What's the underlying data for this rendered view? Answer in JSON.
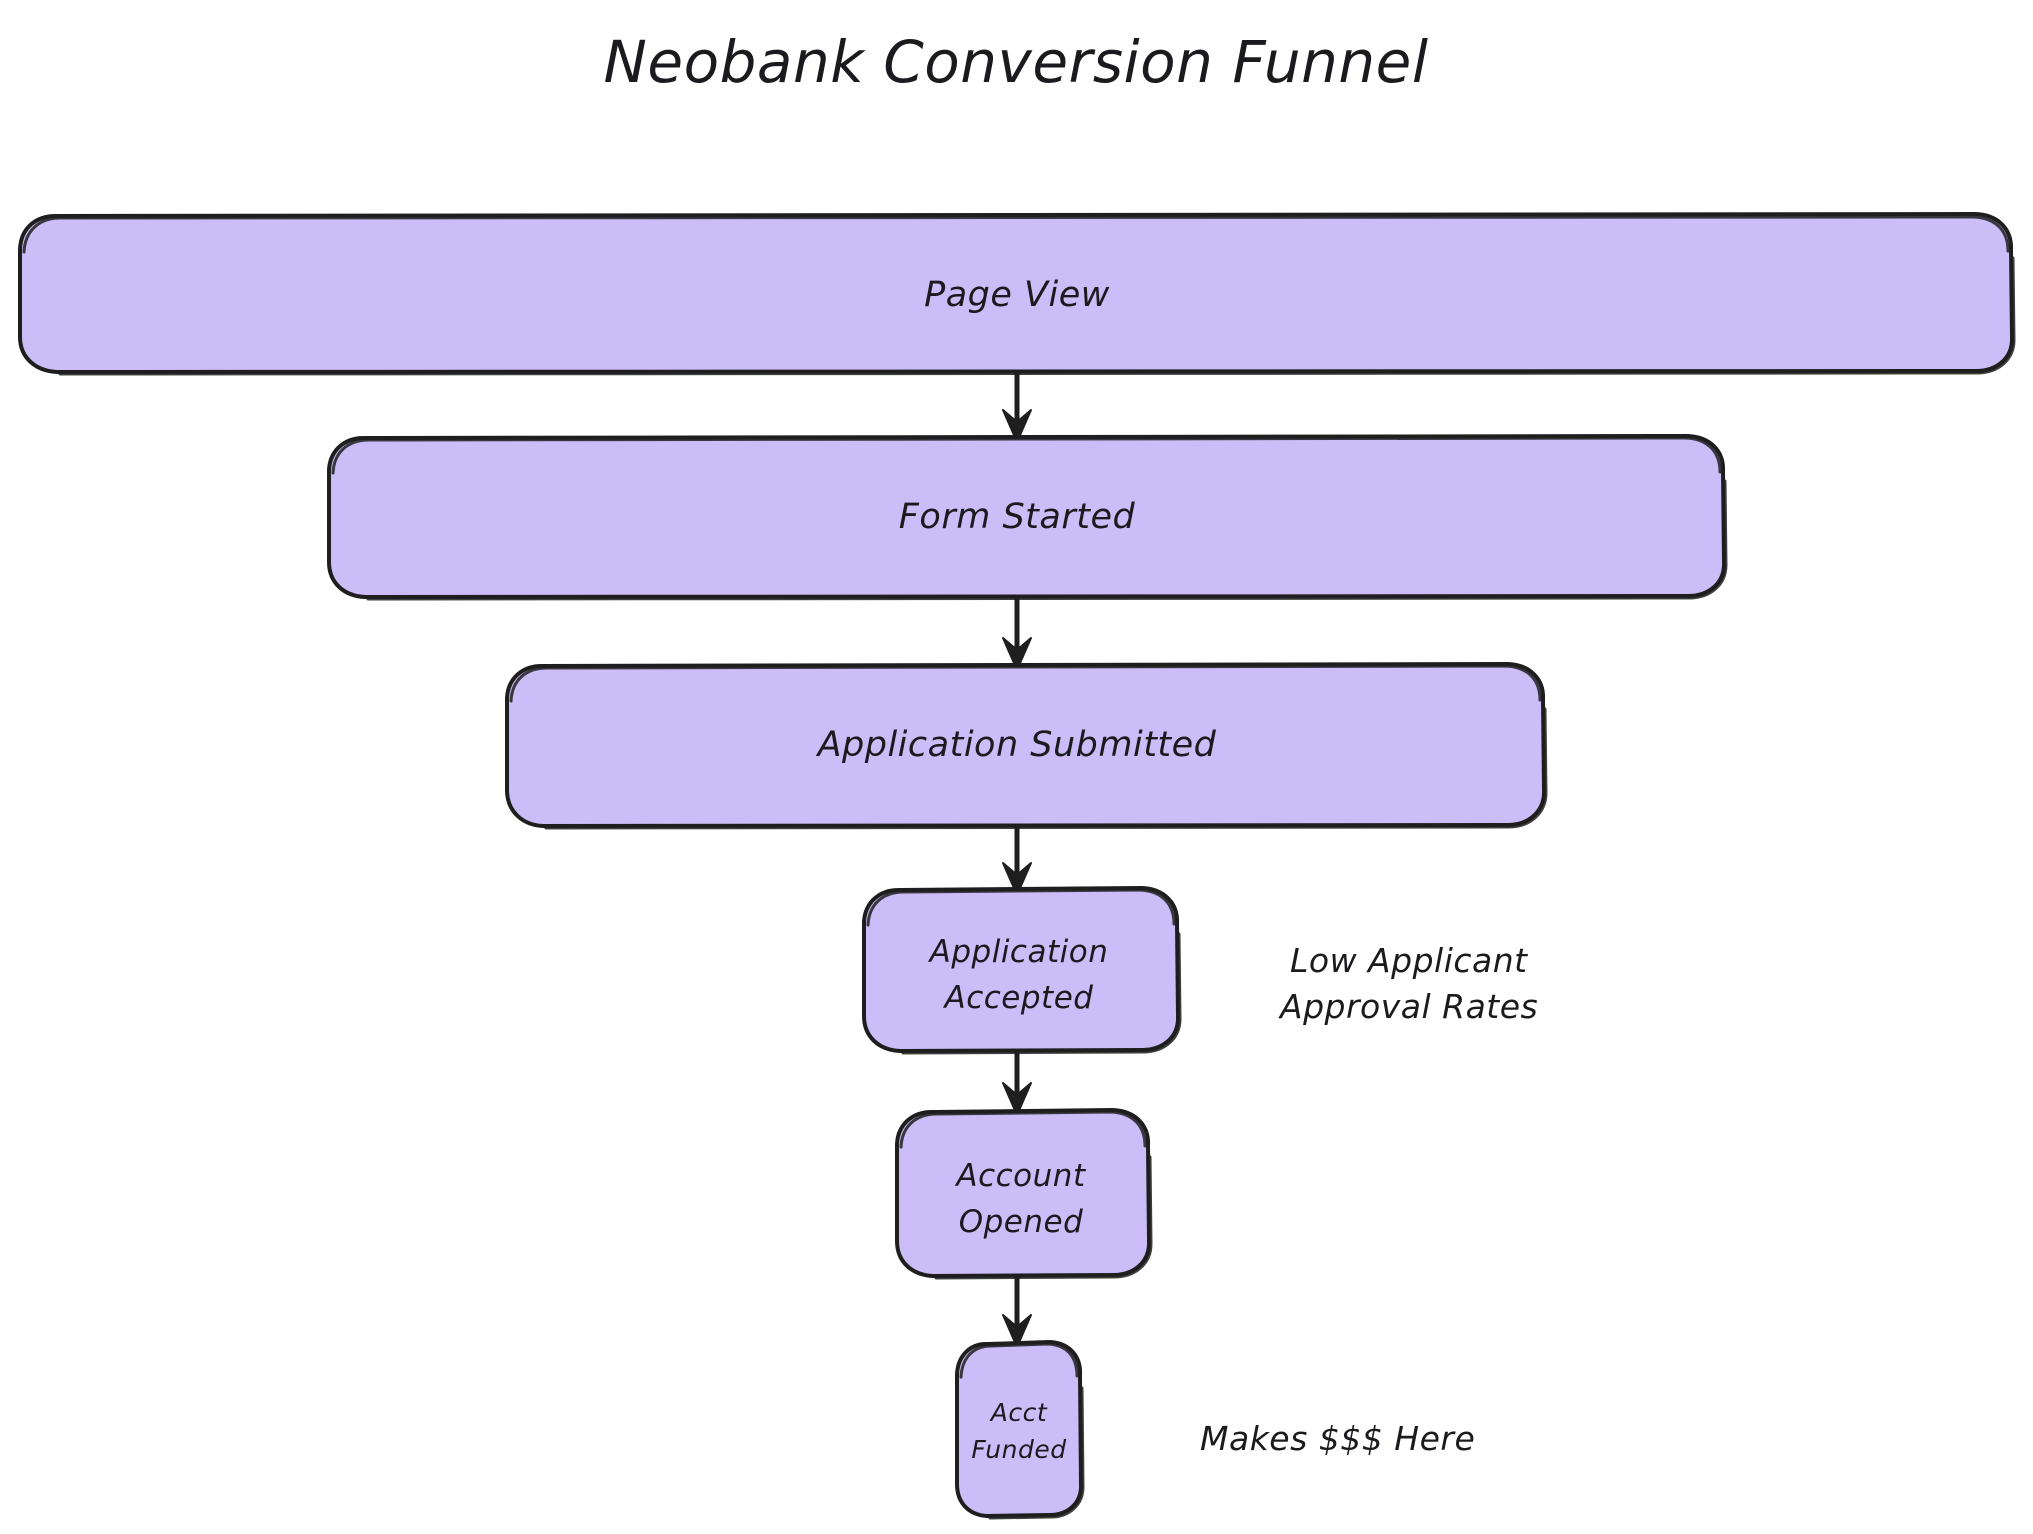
{
  "diagram": {
    "title": "Neobank Conversion Funnel",
    "type": "funnel-flowchart",
    "background_color": "#ffffff",
    "node_fill_color": "#cbbdf7",
    "node_stroke_color": "#1e1e1e",
    "text_color": "#1b1b1f",
    "nodes": [
      {
        "id": "page-view",
        "label": "Page View",
        "label_lines": [
          "Page View"
        ],
        "stage": 1
      },
      {
        "id": "form-started",
        "label": "Form Started",
        "label_lines": [
          "Form Started"
        ],
        "stage": 2
      },
      {
        "id": "application-submitted",
        "label": "Application Submitted",
        "label_lines": [
          "Application Submitted"
        ],
        "stage": 3
      },
      {
        "id": "application-accepted",
        "label": "Application Accepted",
        "label_lines": [
          "Application",
          "Accepted"
        ],
        "stage": 4
      },
      {
        "id": "account-opened",
        "label": "Account Opened",
        "label_lines": [
          "Account",
          "Opened"
        ],
        "stage": 5
      },
      {
        "id": "acct-funded",
        "label": "Acct Funded",
        "label_lines": [
          "Acct",
          "Funded"
        ],
        "stage": 6
      }
    ],
    "annotations": [
      {
        "id": "low-approval",
        "lines": [
          "Low Applicant",
          "Approval Rates"
        ],
        "line1": "Low Applicant",
        "line2": "Approval Rates",
        "attached_to": "application-accepted"
      },
      {
        "id": "makes-money",
        "lines": [
          "Makes $$$ Here"
        ],
        "line1": "Makes $$$ Here",
        "attached_to": "acct-funded"
      }
    ],
    "edges": [
      {
        "from": "page-view",
        "to": "form-started"
      },
      {
        "from": "form-started",
        "to": "application-submitted"
      },
      {
        "from": "application-submitted",
        "to": "application-accepted"
      },
      {
        "from": "application-accepted",
        "to": "account-opened"
      },
      {
        "from": "account-opened",
        "to": "acct-funded"
      }
    ]
  }
}
